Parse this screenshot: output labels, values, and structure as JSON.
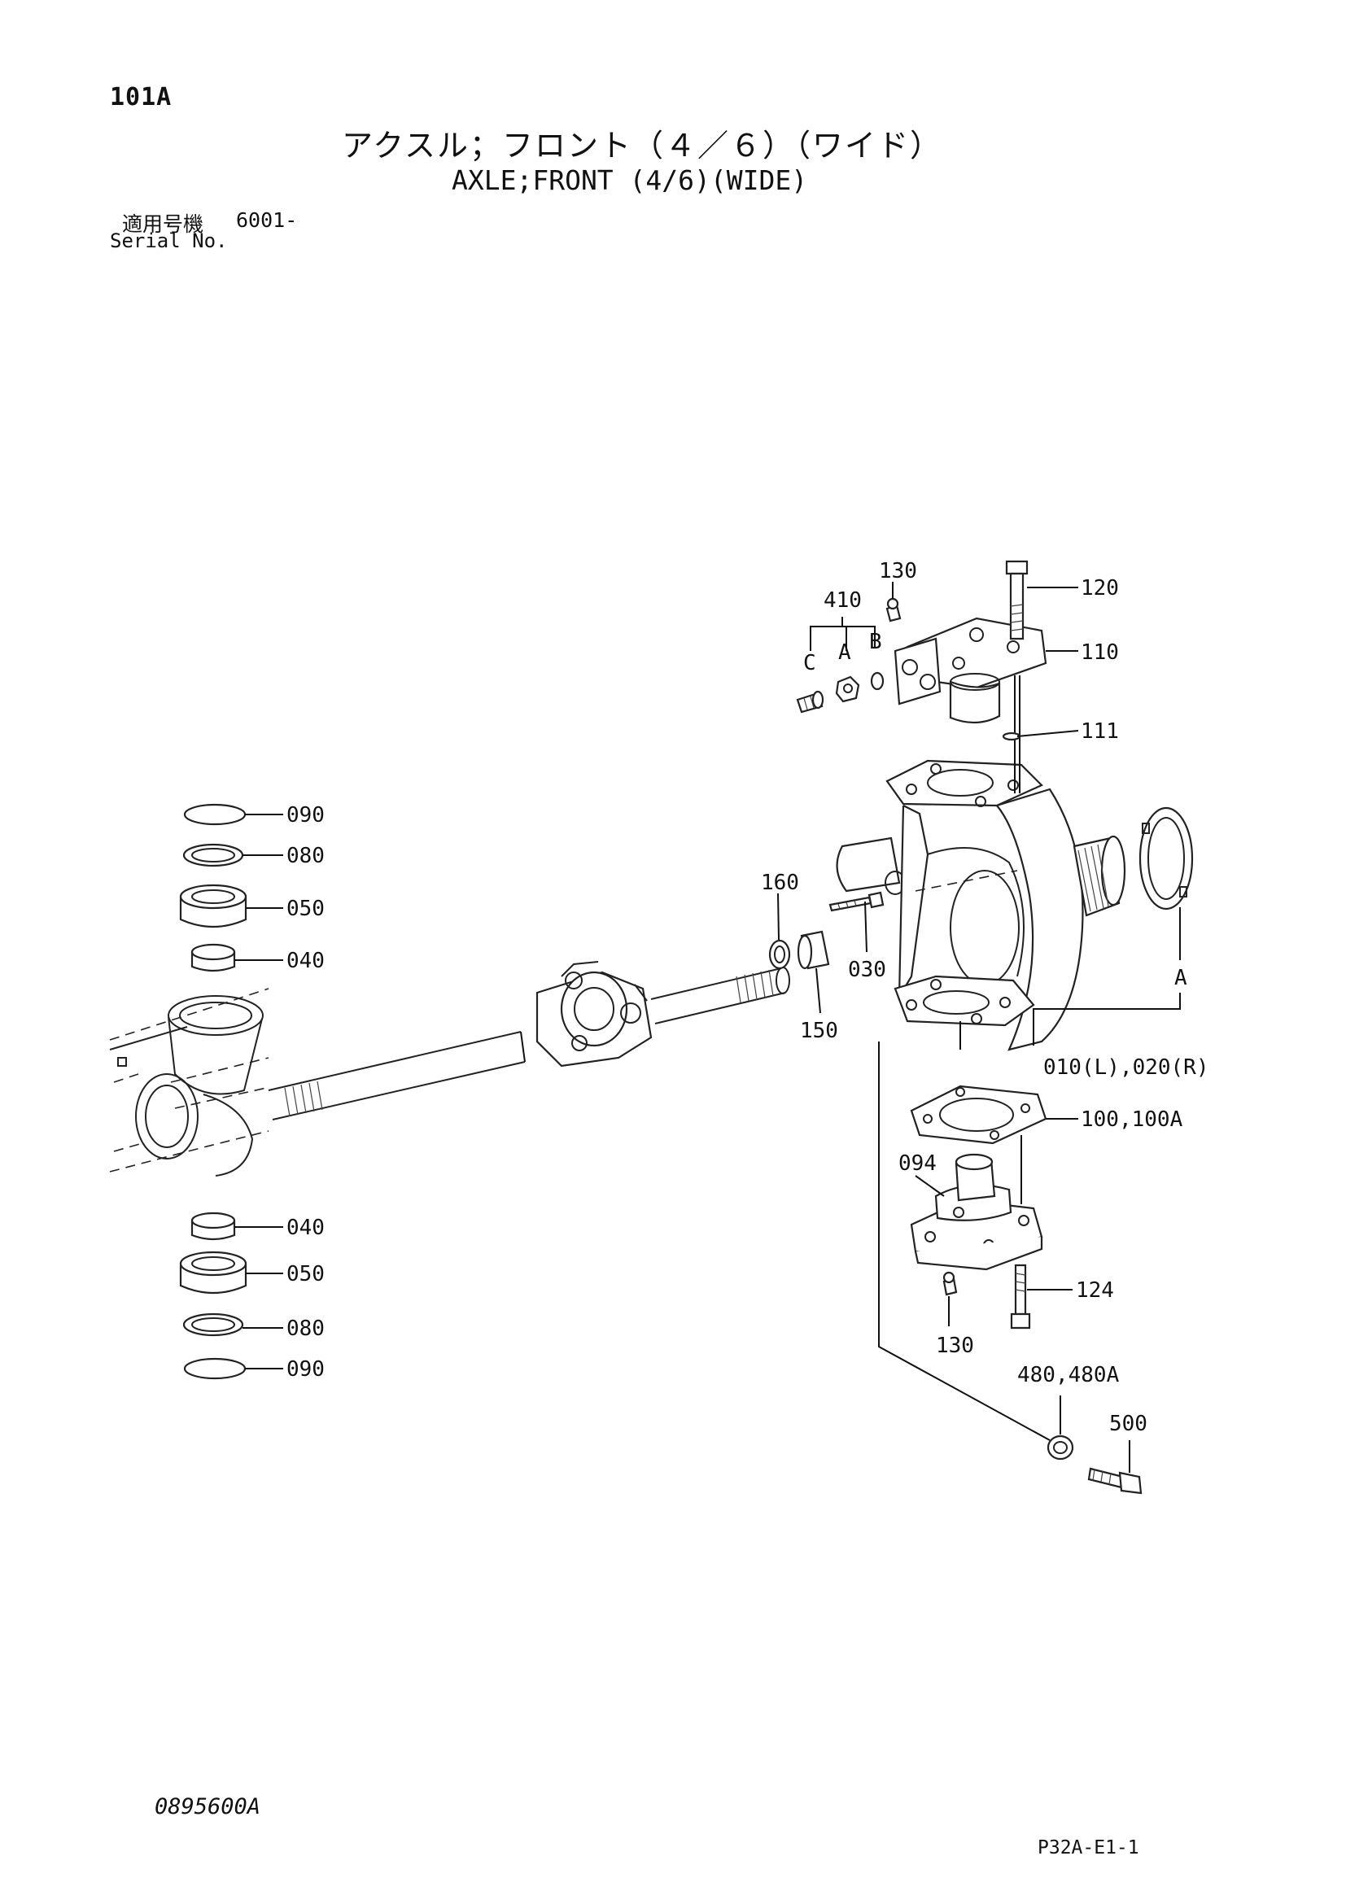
{
  "header": {
    "page_code": "101A",
    "title_jp": "アクスル；フロント（４／６）（ワイド）",
    "title_en": "AXLE;FRONT (4/6)(WIDE)",
    "serial_label_jp": "適用号機",
    "serial_value": "6001-",
    "serial_label_en": "Serial No."
  },
  "callouts": {
    "c130_top": "130",
    "c120": "120",
    "c410": "410",
    "c410_c": "C",
    "c410_a": "A",
    "c410_b": "B",
    "c110": "110",
    "c111": "111",
    "c090_top": "090",
    "c080_top": "080",
    "c050_top": "050",
    "c040_top": "040",
    "c160": "160",
    "c030": "030",
    "c150": "150",
    "c_a_ring": "A",
    "c010_020": "010(L),020(R)",
    "c100": "100,100A",
    "c094": "094",
    "c124": "124",
    "c130_bottom": "130",
    "c040_bottom": "040",
    "c050_bottom": "050",
    "c080_bottom": "080",
    "c090_bottom": "090",
    "c480": "480,480A",
    "c500": "500"
  },
  "footer": {
    "drawing_number": "0895600A",
    "page_ref": "P32A-E1-1"
  }
}
